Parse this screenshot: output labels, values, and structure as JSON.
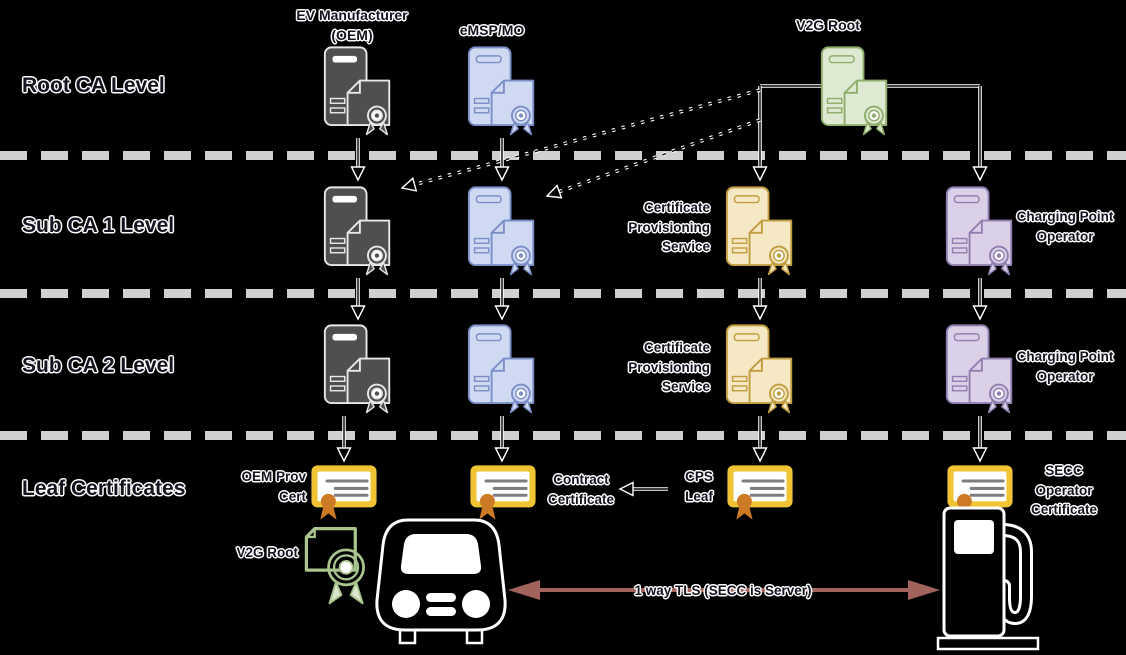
{
  "levels": [
    {
      "label": "Root CA Level"
    },
    {
      "label": "Sub CA 1 Level"
    },
    {
      "label": "Sub CA 2 Level"
    },
    {
      "label": "Leaf Certificates"
    }
  ],
  "headers": {
    "oem": "EV Manufacturer\n(OEM)",
    "emsp": "eMSP/MO",
    "v2g": "V2G Root"
  },
  "sub_ca_labels": {
    "cps": "Certificate\nProvisioning\nService",
    "cpo": "Charging Point\nOperator"
  },
  "leaf_labels": {
    "oem_prov": "OEM Prov\nCert",
    "contract": "Contract\nCertificate",
    "cps_leaf": "CPS\nLeaf",
    "secc": "SECC\nOperator\nCertificate",
    "v2g_root_leaf": "V2G Root"
  },
  "tls": {
    "label": "1 way TLS (SECC is Server)",
    "color": "#a2635d"
  },
  "colors": {
    "background": "#000000",
    "text": "#141420",
    "text_halo": "#ffffff",
    "separator": "#d0d0d0",
    "oem": {
      "fill": "#4f4f4f",
      "stroke": "#e8e8e8"
    },
    "emsp": {
      "fill": "#cfdaf2",
      "stroke": "#7b8ec7"
    },
    "v2g": {
      "fill": "#dde9d0",
      "stroke": "#8fae6c"
    },
    "cps": {
      "fill": "#f7e8c5",
      "stroke": "#c09d3e"
    },
    "cpo": {
      "fill": "#dad1e8",
      "stroke": "#917fb0"
    },
    "leaf_cert": {
      "border": "#f1c434",
      "paper": "#ffffff",
      "lines": "#7d7d7d",
      "ribbon": "#cd7a24"
    },
    "v2g_leaf": {
      "stroke": "#a9c48c",
      "tail_fill": "#dbe7cc"
    }
  },
  "icons": {
    "server_certificate": "server-certificate-icon",
    "leaf_certificate": "diploma-certificate-icon",
    "sealed_document": "sealed-document-icon",
    "vehicle": "ev-car-icon",
    "charging_station": "charging-station-icon"
  }
}
